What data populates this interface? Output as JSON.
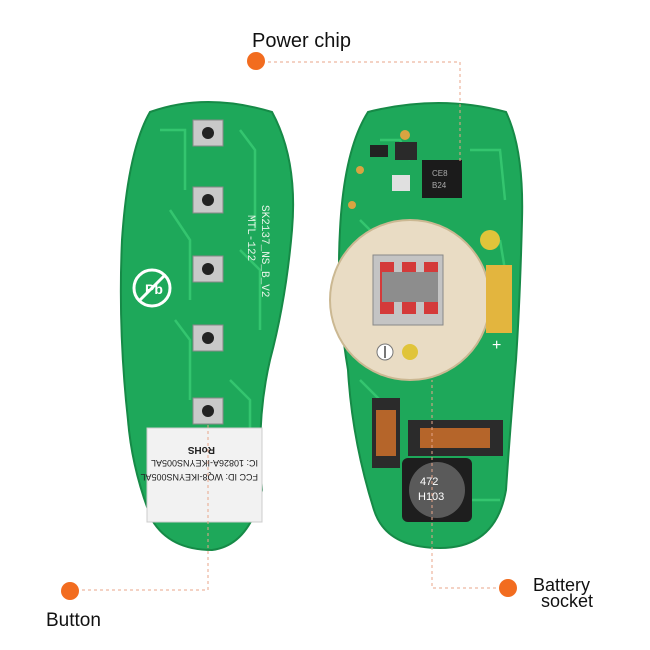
{
  "callouts": {
    "power_chip": "Power chip",
    "button": "Button",
    "battery_socket_line1": "Battery",
    "battery_socket_line2": "socket"
  },
  "left_board": {
    "model_text": "SK2137_NS_B_V2",
    "version_text": "MTL-122",
    "label_line1": "RoHS",
    "label_line2": "IC: 10826A-IKEYNS005AL",
    "label_line3": "FCC ID: WQ8-IKEYNS005AL"
  },
  "right_board": {
    "chip_marking1": "CE8",
    "chip_marking2": "B24",
    "inductor_marking1": "472",
    "inductor_marking2": "H103",
    "plus_sign": "+"
  },
  "colors": {
    "accent": "#f26c1f",
    "pcb": "#1ea85a",
    "guide_line": "#e8a58a"
  }
}
